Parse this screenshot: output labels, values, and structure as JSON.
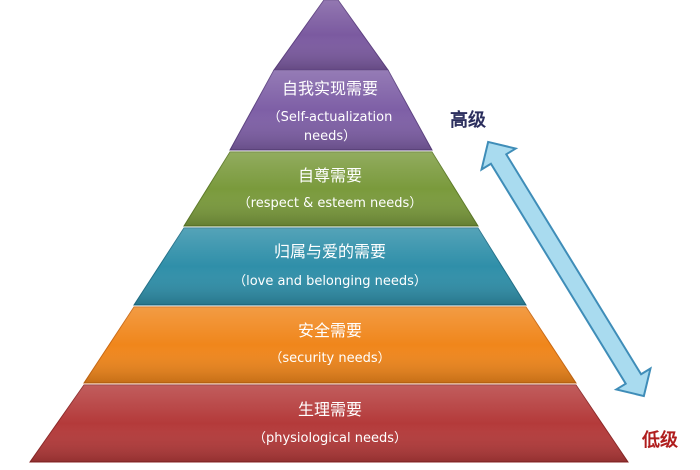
{
  "pyramid": {
    "levels": [
      {
        "id": "top",
        "title": "",
        "subtitle_lines": [],
        "color": "#7b5aa0",
        "edge": "#5d3f80"
      },
      {
        "id": "self-actualization",
        "title": "自我实现需要",
        "subtitle_lines": [
          "（Self-actualization",
          "needs）"
        ],
        "color": "#7e5fa6",
        "edge": "#5d4282"
      },
      {
        "id": "esteem",
        "title": "自尊需要",
        "subtitle_lines": [
          "（respect & esteem needs）"
        ],
        "color": "#7a9a3c",
        "edge": "#5c7a26"
      },
      {
        "id": "love",
        "title": "归属与爱的需要",
        "subtitle_lines": [
          "（love and belonging  needs）"
        ],
        "color": "#2f8fa9",
        "edge": "#1f6f88"
      },
      {
        "id": "security",
        "title": "安全需要",
        "subtitle_lines": [
          "（security needs）"
        ],
        "color": "#f0861b",
        "edge": "#c96710"
      },
      {
        "id": "physiological",
        "title": "生理需要",
        "subtitle_lines": [
          "（physiological needs）"
        ],
        "color": "#b43a3a",
        "edge": "#8c2626"
      }
    ]
  },
  "side": {
    "high_label": "高级",
    "low_label": "低级",
    "high_color": "#2c2f5e",
    "low_color": "#b01e1e",
    "arrow_fill": "#a9dbef",
    "arrow_stroke": "#3f8db8"
  }
}
